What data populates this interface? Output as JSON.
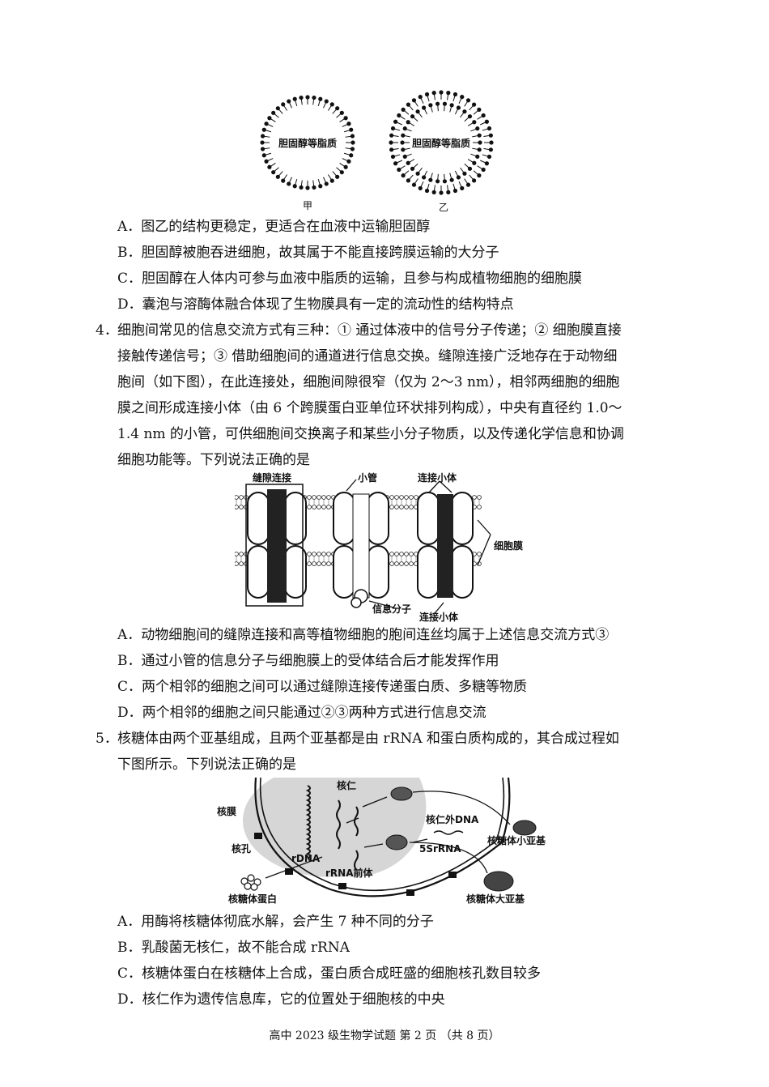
{
  "fig1": {
    "label_jia": "甲",
    "label_yi": "乙",
    "center_text": "胆固醇等脂质"
  },
  "q3_options": [
    "A．图乙的结构更稳定，更适合在血液中运输胆固醇",
    "B．胆固醇被胞吞进细胞，故其属于不能直接跨膜运输的大分子",
    "C．胆固醇在人体内可参与血液中脂质的运输，且参与构成植物细胞的细胞膜",
    "D．囊泡与溶酶体融合体现了生物膜具有一定的流动性的结构特点"
  ],
  "q4": {
    "number": "4．",
    "stem": [
      "细胞间常见的信息交流方式有三种：① 通过体液中的信号分子传递；② 细胞膜直接",
      "接触传递信号；③ 借助细胞间的通道进行信息交换。缝隙连接广泛地存在于动物细",
      "胞间（如下图），在此连接处，细胞间隙很窄（仅为 2～3 nm），相邻两细胞的细胞",
      "膜之间形成连接小体（由 6 个跨膜蛋白亚单位环状排列构成），中央有直径约 1.0～",
      "1.4 nm 的小管，可供细胞间交换离子和某些小分子物质，以及传递化学信息和协调",
      "细胞功能等。下列说法正确的是"
    ],
    "figure": {
      "gap_junction": "缝隙连接",
      "tube": "小管",
      "connexon_top": "连接小体",
      "membrane": "细胞膜",
      "signal": "信息分子",
      "connexon_bottom": "连接小体"
    },
    "options": [
      "A．动物细胞间的缝隙连接和高等植物细胞的胞间连丝均属于上述信息交流方式③",
      "B．通过小管的信息分子与细胞膜上的受体结合后才能发挥作用",
      "C．两个相邻的细胞之间可以通过缝隙连接传递蛋白质、多糖等物质",
      "D．两个相邻的细胞之间只能通过②③两种方式进行信息交流"
    ]
  },
  "q5": {
    "number": "5．",
    "stem": [
      "核糖体由两个亚基组成，且两个亚基都是由 rRNA 和蛋白质构成的，其合成过程如",
      "下图所示。下列说法正确的是"
    ],
    "figure": {
      "nucleolus": "核仁",
      "nuclear_membrane": "核膜",
      "nuclear_pore": "核孔",
      "rdna": "rDNA",
      "rrna_precursor": "rRNA前体",
      "extra_dna": "核仁外DNA",
      "five_s": "5SrRNA",
      "small_subunit": "核糖体小亚基",
      "large_subunit": "核糖体大亚基",
      "ribosomal_protein": "核糖体蛋白"
    },
    "options": [
      "A．用酶将核糖体彻底水解，会产生 7 种不同的分子",
      "B．乳酸菌无核仁，故不能合成 rRNA",
      "C．核糖体蛋白在核糖体上合成，蛋白质合成旺盛的细胞核孔数目较多",
      "D．核仁作为遗传信息库，它的位置处于细胞核的中央"
    ]
  },
  "footer": "高中 2023 级生物学试题 第 2 页 （共 8 页）"
}
